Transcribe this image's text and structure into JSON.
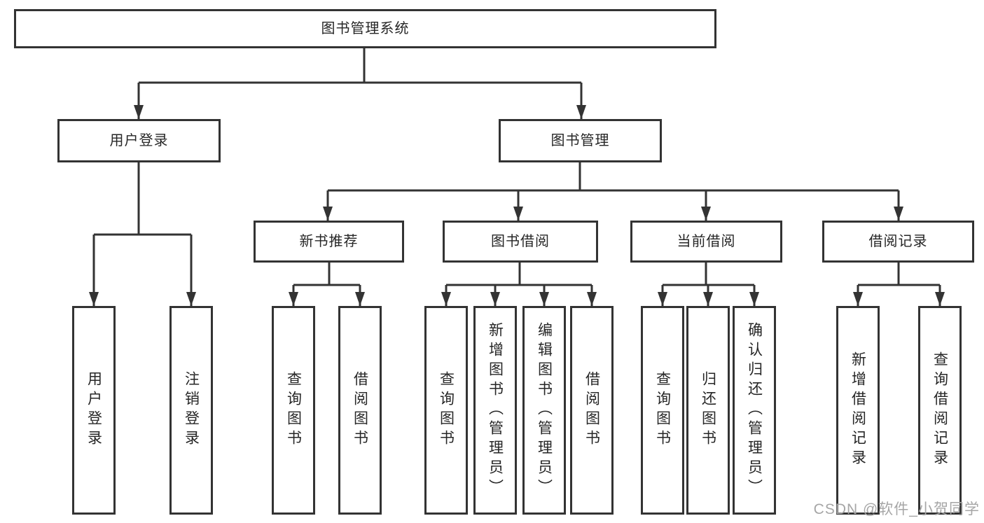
{
  "tree": {
    "root": {
      "label": "图书管理系统"
    },
    "children": [
      {
        "label": "用户登录",
        "children": [
          {
            "label": "用户登录"
          },
          {
            "label": "注销登录"
          }
        ]
      },
      {
        "label": "图书管理",
        "children": [
          {
            "label": "新书推荐",
            "children": [
              {
                "label": "查询图书"
              },
              {
                "label": "借阅图书"
              }
            ]
          },
          {
            "label": "图书借阅",
            "children": [
              {
                "label": "查询图书"
              },
              {
                "label": "新增图书（管理员）"
              },
              {
                "label": "编辑图书（管理员）"
              },
              {
                "label": "借阅图书"
              }
            ]
          },
          {
            "label": "当前借阅",
            "children": [
              {
                "label": "查询图书"
              },
              {
                "label": "归还图书"
              },
              {
                "label": "确认归还（管理员）"
              }
            ]
          },
          {
            "label": "借阅记录",
            "children": [
              {
                "label": "新增借阅记录"
              },
              {
                "label": "查询借阅记录"
              }
            ]
          }
        ]
      }
    ]
  },
  "watermark": {
    "text": "CSDN @软件_小贺同学"
  },
  "colors": {
    "line": "#333333",
    "text": "#262626",
    "box_background": "#ffffff",
    "page_background": "#ffffff",
    "watermark": "#a6a6a6"
  }
}
